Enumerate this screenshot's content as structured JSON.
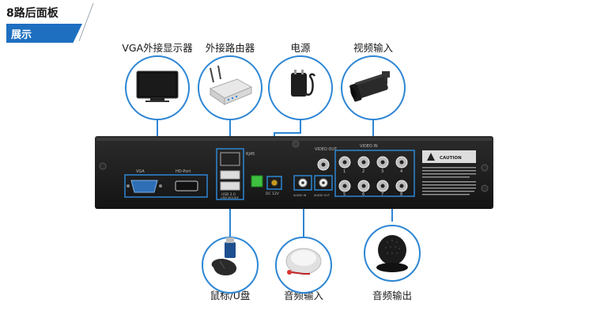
{
  "header": {
    "title": "8路后面板",
    "tag": "展示"
  },
  "callouts_top": [
    {
      "label": "VGA外接显示器",
      "icon": "monitor-icon"
    },
    {
      "label": "外接路由器",
      "icon": "router-icon"
    },
    {
      "label": "电源",
      "icon": "power-adapter-icon"
    },
    {
      "label": "视频输入",
      "icon": "camera-icon"
    }
  ],
  "callouts_bottom": [
    {
      "label": "鼠标/U盘",
      "icon": "mouse-usb-icon"
    },
    {
      "label": "音频输入",
      "icon": "microphone-icon"
    },
    {
      "label": "音频输出",
      "icon": "speaker-icon"
    }
  ],
  "panel": {
    "vga": "VGA",
    "hd_port": "HD-Port",
    "rj45": "RJ45",
    "usb": "USB 2.0",
    "usb_sub": "USB MOUSE",
    "dc": "DC 12V",
    "video_out": "VIDEO OUT",
    "video_in": "VIDEO IN",
    "channels": [
      "1",
      "2",
      "3",
      "4",
      "5",
      "6",
      "7",
      "8"
    ],
    "caution": "CAUTION",
    "audio_in": "AUDIO IN",
    "audio_out": "AUDIO OUT"
  },
  "colors": {
    "accent": "#1e6fc0",
    "panel": "#1d1d1d",
    "connector": "#3a8fd6"
  }
}
